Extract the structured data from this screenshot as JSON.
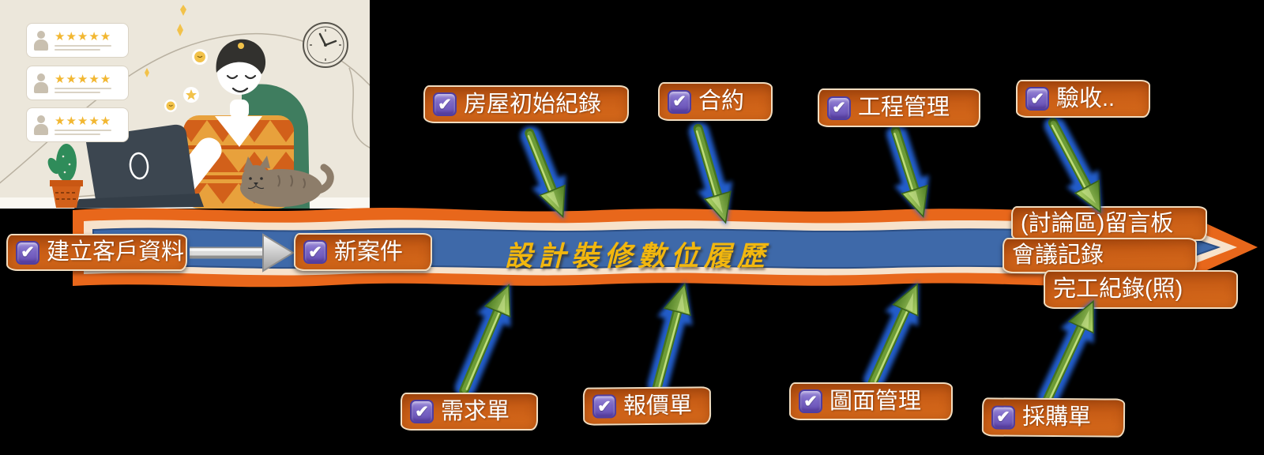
{
  "ui": {
    "check_glyph": "✔",
    "stars": "★★★★★"
  },
  "banner": {
    "title": "設計裝修數位履歷"
  },
  "nodes": {
    "create_customer": "建立客戶資料",
    "new_case": "新案件",
    "house_initial_record": "房屋初始紀錄",
    "contract": "合約",
    "project_management": "工程管理",
    "acceptance": "驗收..",
    "discussion_board": "(討論區)留言板",
    "meeting_minutes": "會議記錄",
    "completion_record": "完工紀錄(照)",
    "requirement_form": "需求單",
    "quotation": "報價單",
    "drawing_management": "圖面管理",
    "purchase_order": "採購單"
  },
  "colors": {
    "label_orange": "#c75c15",
    "band_blue": "#3E69A9",
    "band_orange": "#E8671B",
    "band_cream": "#F7E2CB",
    "title_yellow": "#F2B70E",
    "checkbox_purple": "#7A66C6",
    "arrow_green": "#6D9C37",
    "arrow_glow_blue": "#2667E0"
  }
}
